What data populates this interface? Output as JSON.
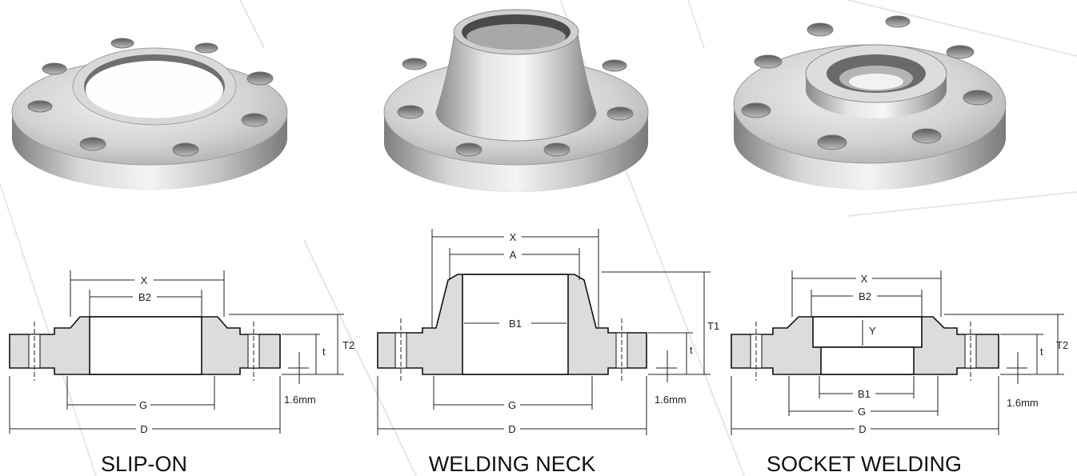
{
  "flanges": [
    {
      "caption": "SLIP-ON",
      "labels": {
        "x": "X",
        "b2": "B2",
        "t": "t",
        "t2": "T2",
        "g": "G",
        "d": "D",
        "raised": "1.6mm"
      }
    },
    {
      "caption": "WELDING NECK",
      "labels": {
        "x": "X",
        "a": "A",
        "b1": "B1",
        "t": "t",
        "t1": "T1",
        "g": "G",
        "d": "D",
        "raised": "1.6mm"
      }
    },
    {
      "caption": "SOCKET WELDING",
      "labels": {
        "x": "X",
        "b2": "B2",
        "y": "Y",
        "b1": "B1",
        "t": "t",
        "t2": "T2",
        "g": "G",
        "d": "D",
        "raised": "1.6mm"
      }
    }
  ],
  "colors": {
    "metal_light": "#e9e9e9",
    "metal_dark": "#8a8a8a",
    "section_fill": "#dcdcdc",
    "line": "#222222"
  }
}
